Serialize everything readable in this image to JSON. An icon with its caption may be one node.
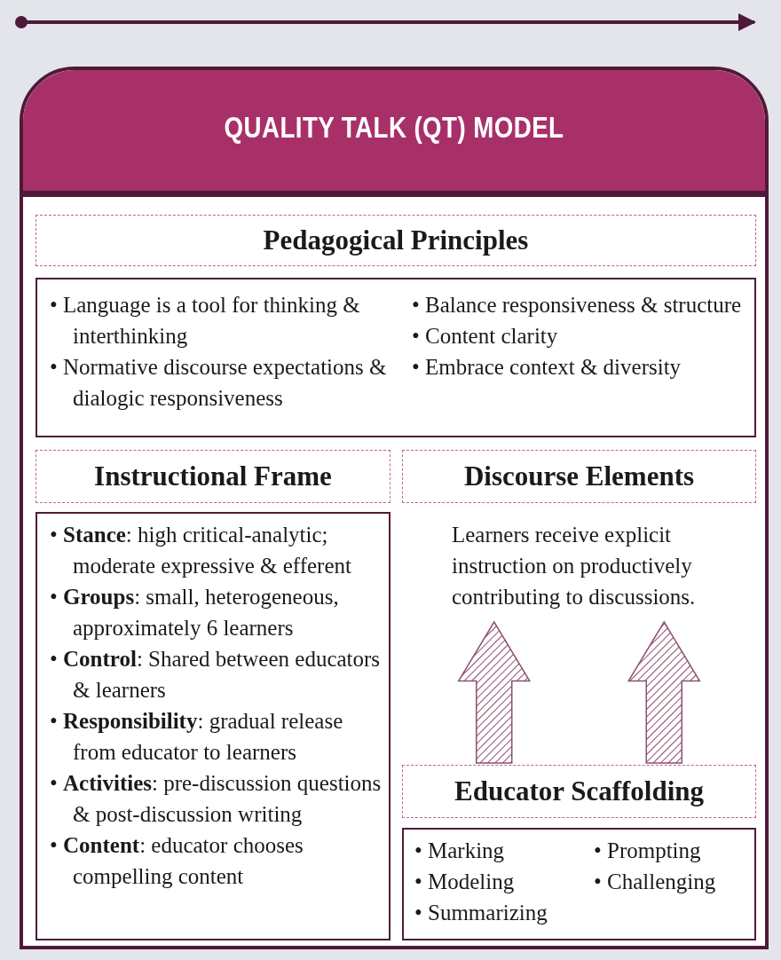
{
  "diagram": {
    "nodes": [
      {
        "text": [
          "QUALITY TALK (QT) MODEL"
        ]
      },
      {
        "text": [
          "Pedagogical Principles"
        ],
        "in": 0
      },
      {
        "text": [
          "• Language is a tool for thinking & interthinking",
          "• Normative discourse expectations & dialogic responsiveness",
          "• Balance responsiveness & structure",
          "• Content clarity",
          "• Embrace context & diversity"
        ],
        "in": 0
      },
      {
        "text": [
          "Instructional Frame"
        ],
        "in": 0
      },
      {
        "text": [
          "• **Stance**: high critical-analytic; moderate expressive & efferent",
          "• **Groups**: small, heterogeneous, approximately 6 learners",
          "• **Control**: Shared between educators & learners",
          "• **Responsibility**: gradual release from educator to learners",
          "• **Activities**: pre-discussion questions & post-discussion writing",
          "• **Content**: educator chooses compelling content"
        ],
        "in": 0
      },
      {
        "text": [
          "Discourse Elements"
        ],
        "in": 0
      },
      {
        "text": [
          "Learners receive explicit instruction on productively contributing to discussions."
        ],
        "in": 0
      },
      {
        "text": [
          "Educator Scaffolding"
        ],
        "in": 0
      },
      {
        "text": [
          "• Marking",
          "• Modeling",
          "• Summarizing",
          "• Prompting",
          "• Challenging"
        ],
        "in": 0
      }
    ],
    "edges": [
      {
        "from": 7,
        "to": 6,
        "arrow": "to",
        "style": "thick"
      },
      {
        "from": 7,
        "to": 6,
        "arrow": "to",
        "style": "thick"
      }
    ]
  }
}
